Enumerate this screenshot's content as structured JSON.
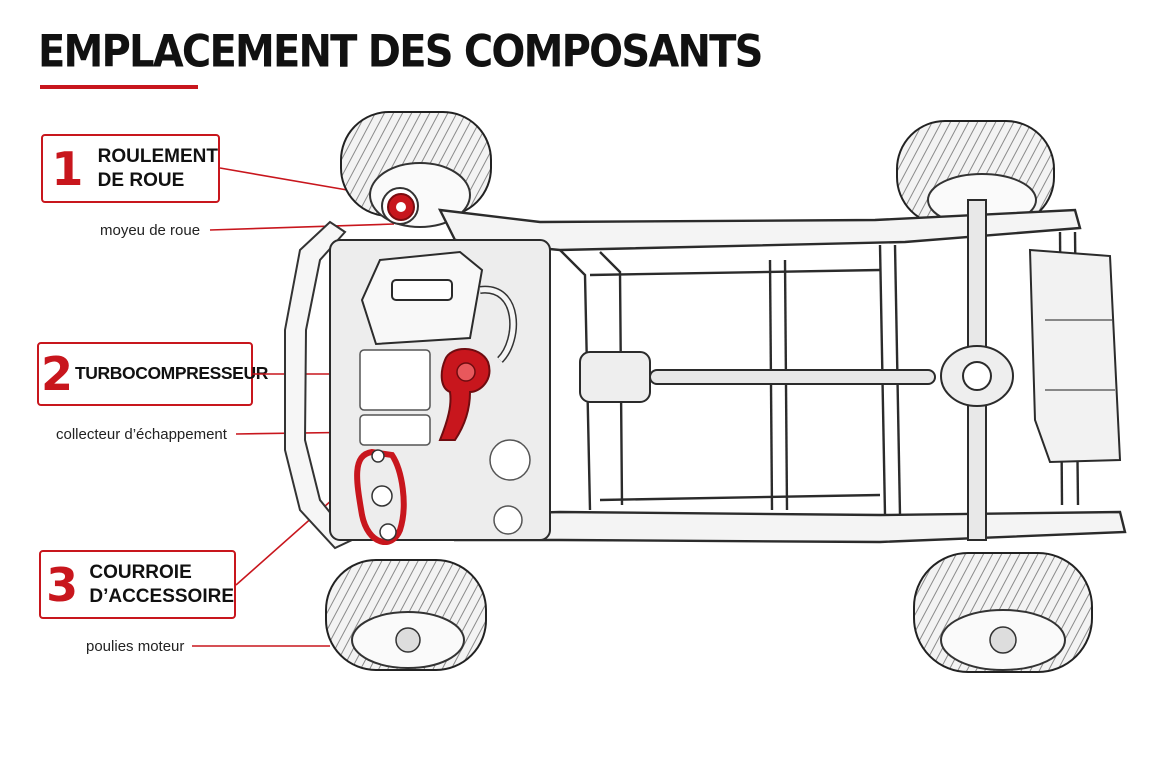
{
  "title": "EMPLACEMENT DES COMPOSANTS",
  "accent_color": "#c8161d",
  "callouts": [
    {
      "number": "1",
      "label_line1": "ROULEMENT",
      "label_line2": "DE ROUE",
      "sub_label": "moyeu de roue"
    },
    {
      "number": "2",
      "label_line1": "TURBOCOMPRESSEUR",
      "label_line2": "",
      "sub_label": "collecteur d’échappement"
    },
    {
      "number": "3",
      "label_line1": "COURROIE",
      "label_line2": "D’ACCESSOIRE",
      "sub_label": "poulies moteur"
    }
  ]
}
